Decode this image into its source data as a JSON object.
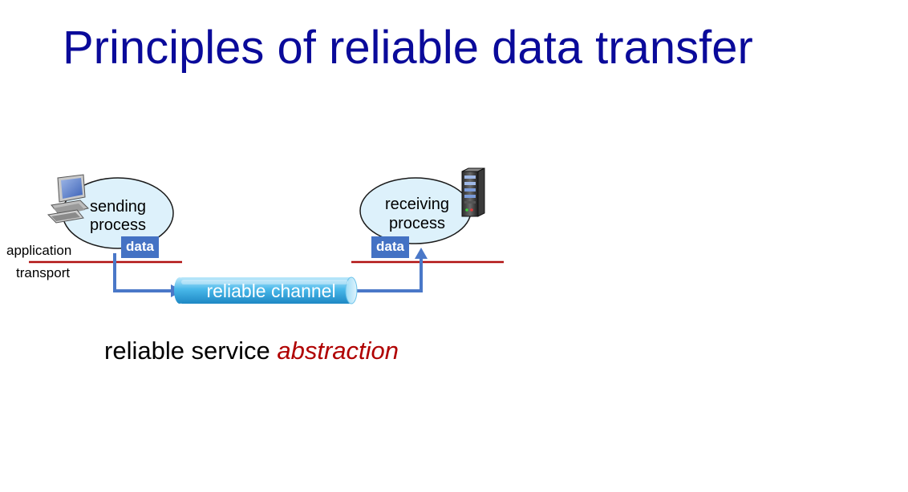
{
  "title": "Principles of reliable data transfer",
  "diagram": {
    "sender": {
      "line1": "sending",
      "line2": "process",
      "data_label": "data"
    },
    "receiver": {
      "line1": "receiving",
      "line2": "process",
      "data_label": "data"
    },
    "layers": {
      "upper": "application",
      "lower": "transport"
    },
    "channel_label": "reliable channel"
  },
  "caption": {
    "text": "reliable service ",
    "emphasis": "abstraction"
  },
  "colors": {
    "title": "#0a0a9a",
    "layer_line": "#b01010",
    "arrow": "#4a78c8",
    "data_box": "#4472c4",
    "ellipse": "#ddf1fb",
    "emphasis": "#b00000"
  }
}
